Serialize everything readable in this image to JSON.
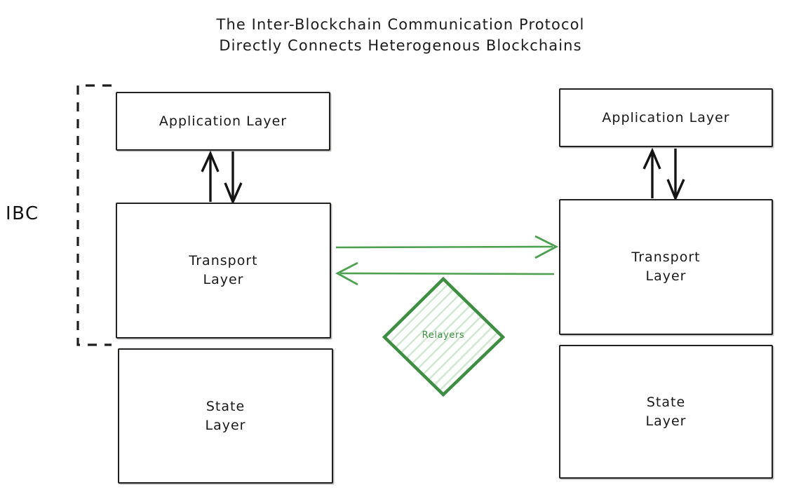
{
  "diagram": {
    "title": {
      "line1": "The Inter-Blockchain Communication Protocol",
      "line2": "Directly Connects Heterogenous Blockchains"
    },
    "group_label": "IBC",
    "colors": {
      "stroke": "#21211f",
      "text": "#181818",
      "accent_green": "#3e8e41",
      "accent_green_light": "#cfe8cf",
      "background": "#ffffff"
    },
    "chains": [
      {
        "side": "left",
        "layers": [
          {
            "name": "application-layer",
            "label": "Application Layer"
          },
          {
            "name": "transport-layer",
            "label": "Transport\nLayer"
          },
          {
            "name": "state-layer",
            "label": "State\nLayer"
          }
        ]
      },
      {
        "side": "right",
        "layers": [
          {
            "name": "application-layer",
            "label": "Application Layer"
          },
          {
            "name": "transport-layer",
            "label": "Transport\nLayer"
          },
          {
            "name": "state-layer",
            "label": "State\nLayer"
          }
        ]
      }
    ],
    "relayer": {
      "label": "Relayers",
      "shape": "diamond",
      "fill_pattern": "diagonal-hatch"
    },
    "connections": [
      {
        "name": "left-app-to-transport",
        "direction": "bidirectional",
        "color": "#21211f"
      },
      {
        "name": "right-app-to-transport",
        "direction": "bidirectional",
        "color": "#21211f"
      },
      {
        "name": "transport-to-transport-forward",
        "direction": "right",
        "color": "#3e8e41"
      },
      {
        "name": "transport-to-transport-reverse",
        "direction": "left",
        "color": "#3e8e41"
      }
    ]
  }
}
